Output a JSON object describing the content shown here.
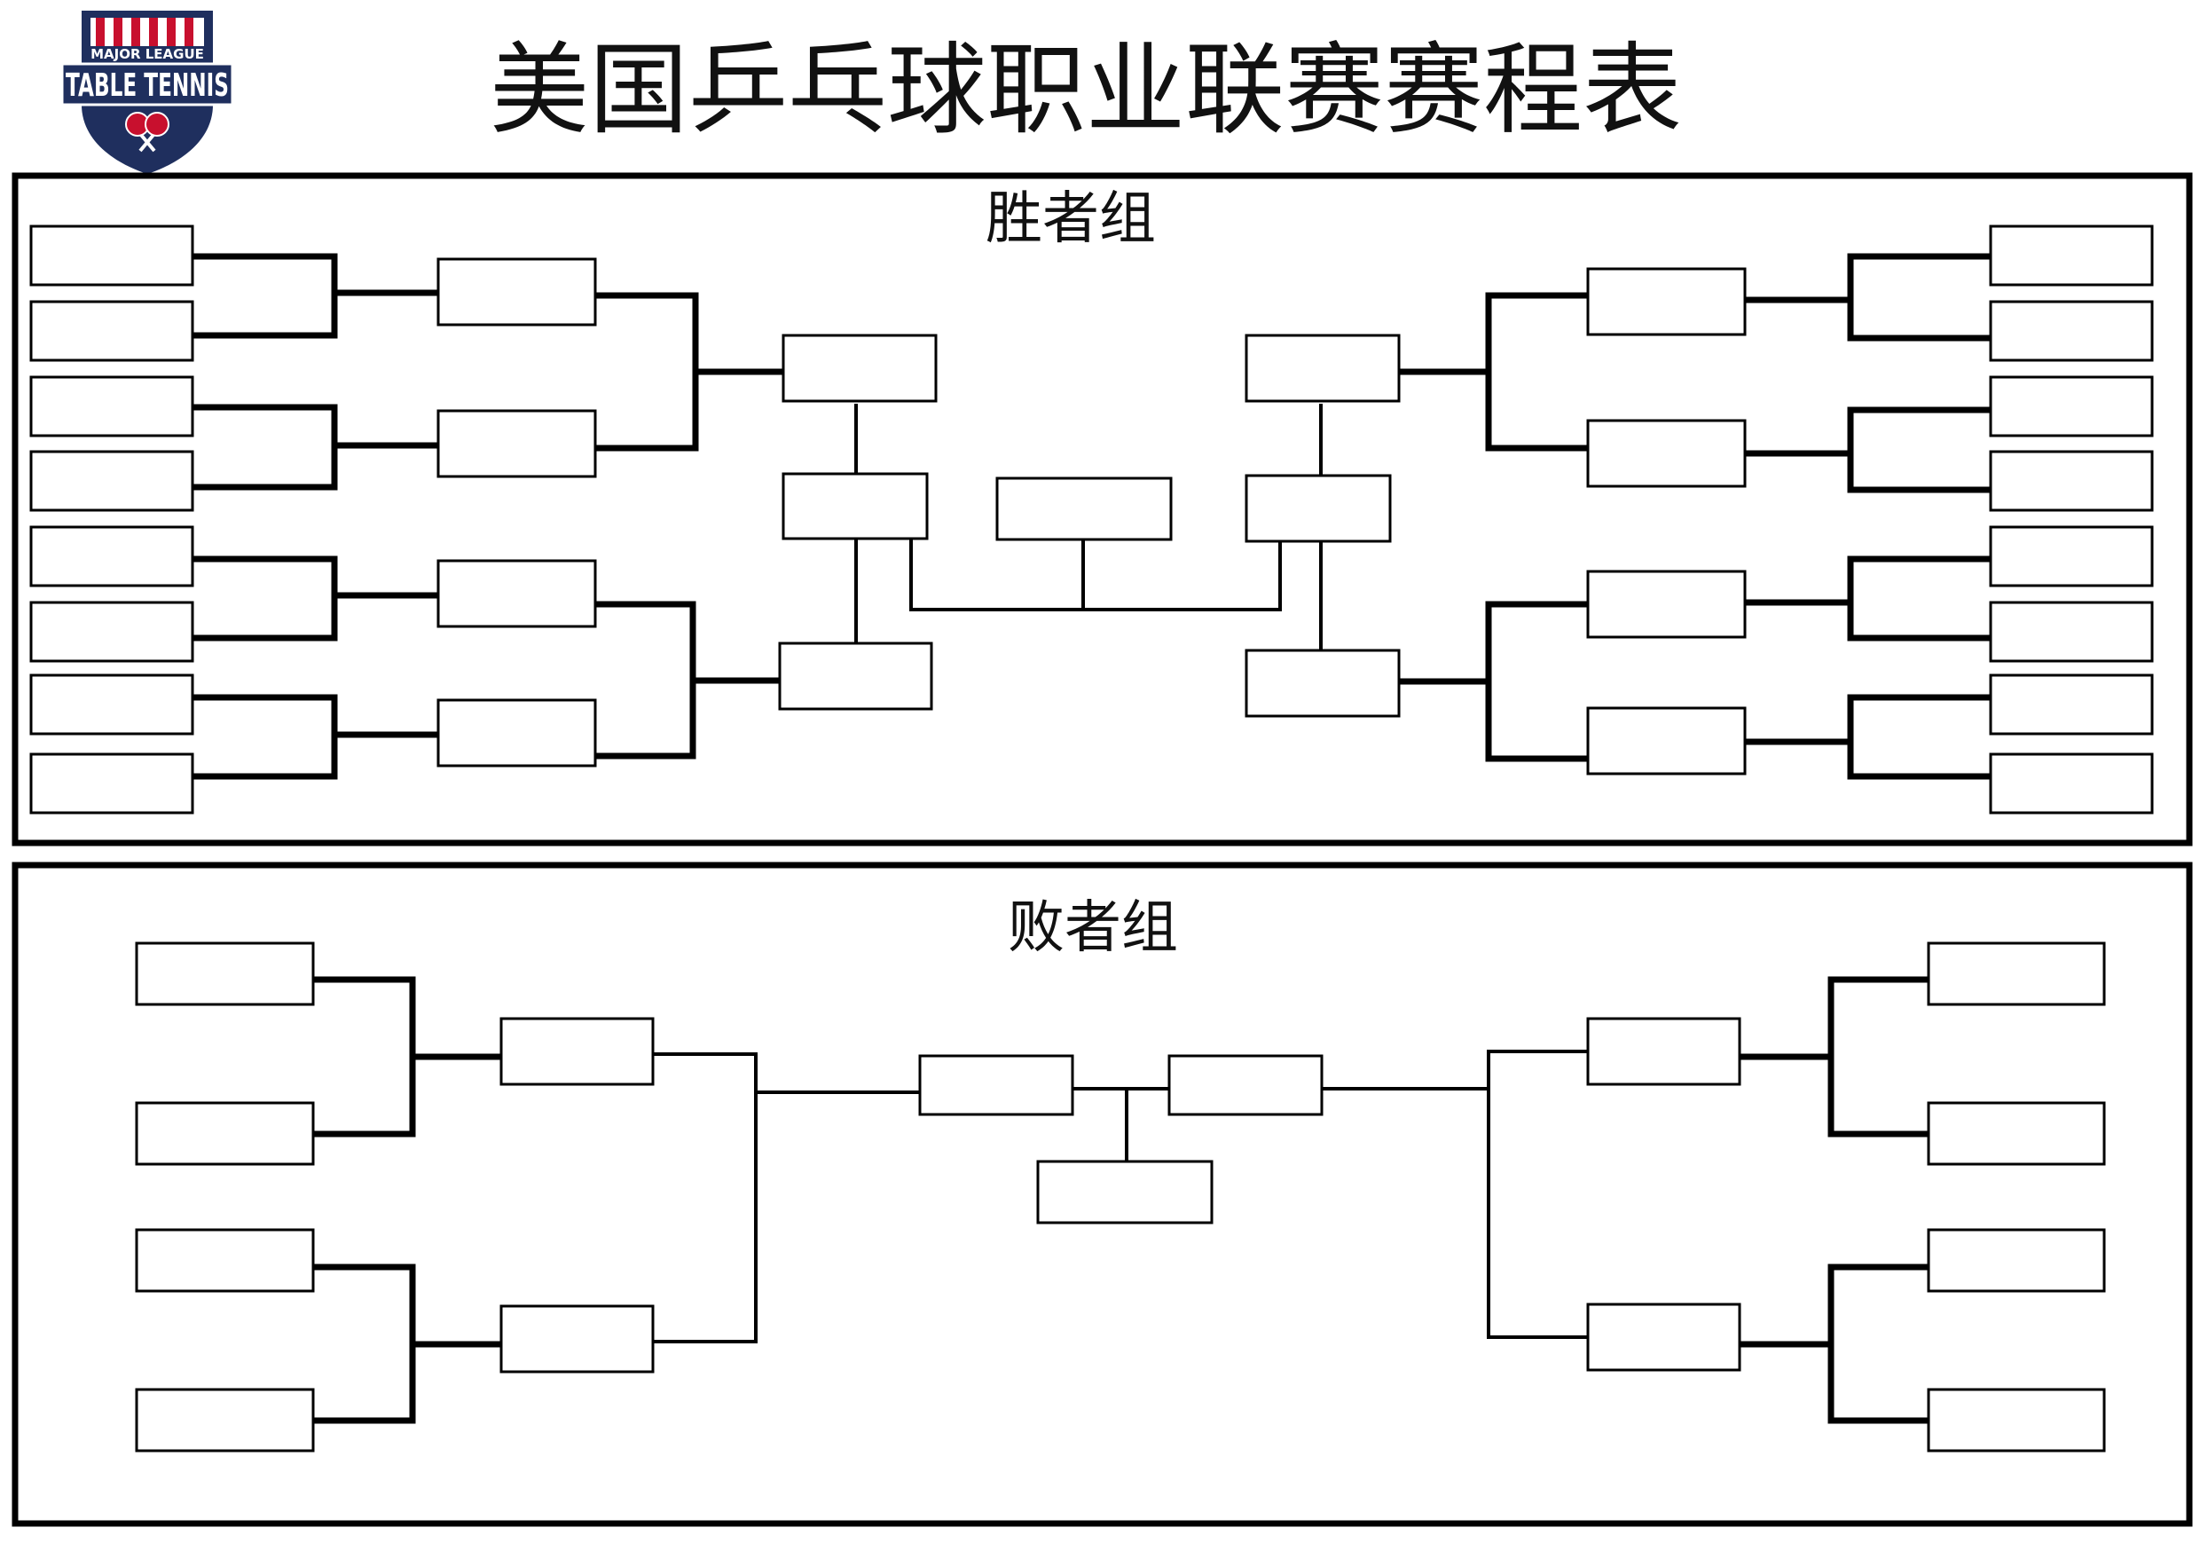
{
  "title": "美国乒乓球职业联赛赛程表",
  "logo": {
    "line1": "MAJOR LEAGUE",
    "line2": "TABLE TENNIS",
    "colors": {
      "navy": "#1f2f5e",
      "red": "#c8102e",
      "white": "#ffffff"
    },
    "icon": "crossed-paddles-icon"
  },
  "winners_bracket": {
    "heading": "胜者组"
  },
  "losers_bracket": {
    "heading": "败者组"
  }
}
